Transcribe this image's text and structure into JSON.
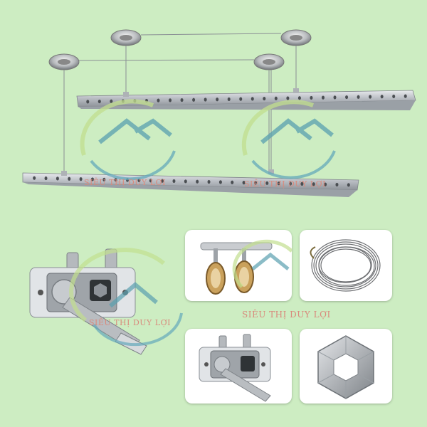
{
  "watermark": {
    "brand_text_1": "SIÊU THỊ DUY LỢI",
    "brand_text_2": "SIÊU THỊ DUY LỢI",
    "brand_text_3": "SIÊU THỊ DUY LỢI",
    "brand_text_4": "SIÊU THỊ DUY LỢI"
  },
  "colors": {
    "background": "#cdedc2",
    "aluminum": "#c9ccd0",
    "card": "#ffffff",
    "watermark_green": "#b7d98a",
    "watermark_teal": "#5aa0b0",
    "watermark_text": "#d98a7c"
  },
  "product_parts": [
    {
      "name": "ceiling-pulley-icon"
    },
    {
      "name": "hanging-rail-icon"
    },
    {
      "name": "crank-winder-icon"
    },
    {
      "name": "pulley-bracket-icon"
    },
    {
      "name": "steel-cable-coil-icon"
    },
    {
      "name": "hex-bushing-icon"
    }
  ]
}
